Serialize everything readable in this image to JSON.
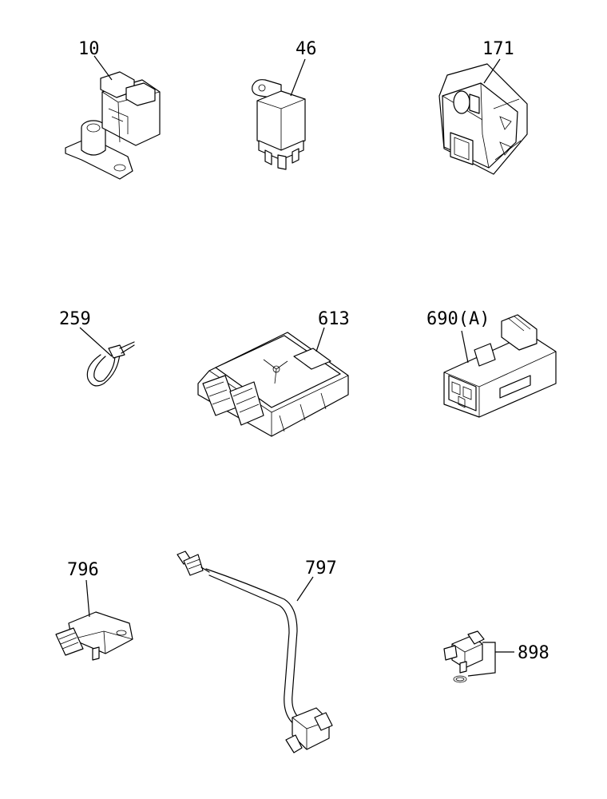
{
  "callouts": {
    "p10": "10",
    "p46": "46",
    "p171": "171",
    "p259": "259",
    "p613": "613",
    "p690": "690(A)",
    "p796": "796",
    "p797": "797",
    "p898": "898"
  }
}
